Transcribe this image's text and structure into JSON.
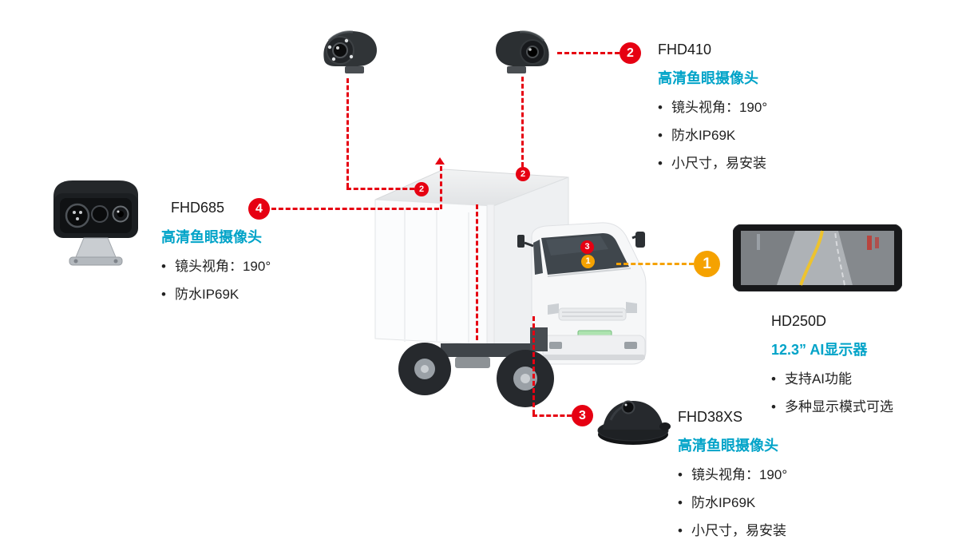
{
  "colors": {
    "red": "#e60012",
    "orange": "#f5a200",
    "cyan": "#00a3c8"
  },
  "components": {
    "fhd410": {
      "badge": "2",
      "model": "FHD410",
      "heading": "高清鱼眼摄像头",
      "bullets": [
        "镜头视角：190°",
        "防水IP69K",
        "小尺寸，易安装"
      ]
    },
    "fhd685": {
      "badge": "4",
      "model": "FHD685",
      "heading": "高清鱼眼摄像头",
      "bullets": [
        "镜头视角：190°",
        "防水IP69K"
      ]
    },
    "hd250d": {
      "badge": "1",
      "model": "HD250D",
      "heading": "12.3” AI显示器",
      "bullets": [
        "支持AI功能",
        "多种显示模式可选"
      ]
    },
    "fhd38xs": {
      "badge": "3",
      "model": "FHD38XS",
      "heading": "高清鱼眼摄像头",
      "bullets": [
        "镜头视角：190°",
        "防水IP69K",
        "小尺寸，易安装"
      ]
    }
  },
  "truck_markers": {
    "roof_left": "2",
    "roof_mid": "2",
    "cab_red": "3",
    "cab_orange": "1"
  }
}
